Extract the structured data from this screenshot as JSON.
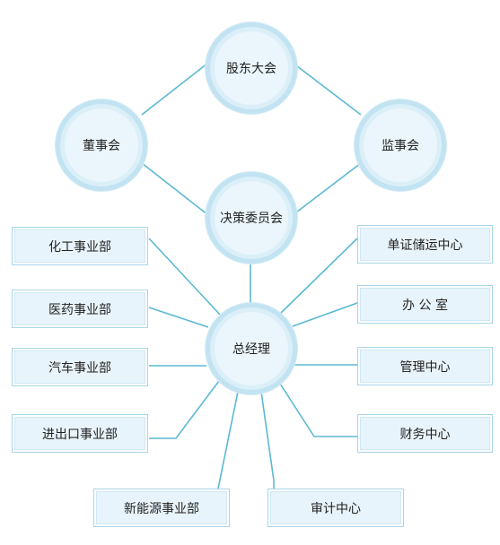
{
  "nodes": {
    "shareholders": "股东大会",
    "board": "董事会",
    "supervisors": "监事会",
    "committee": "决策委员会",
    "gm": "总经理"
  },
  "left_departments": [
    "化工事业部",
    "医药事业部",
    "汽车事业部",
    "进出口事业部"
  ],
  "bottom_departments": [
    "新能源事业部",
    "审计中心"
  ],
  "right_departments": [
    "单证储运中心",
    "办 公 室",
    "管理中心",
    "财务中心"
  ],
  "colors": {
    "line": "#5bb8d2",
    "circle_ring": "#c2e3f1",
    "circle_fill": "#eaf6fb",
    "box_border": "#a9d5ea",
    "box_fill": "#e8f4fb"
  }
}
